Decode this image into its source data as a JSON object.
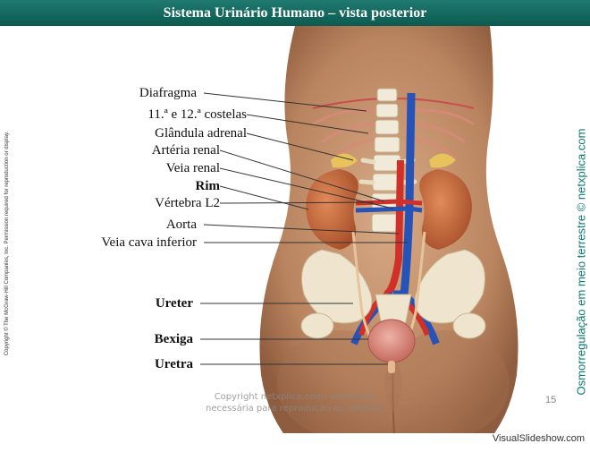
{
  "title": "Sistema Urinário Humano – vista posterior",
  "labels": [
    {
      "text": "Diafragma",
      "bold": false
    },
    {
      "text": "11.ª e 12.ª costelas",
      "bold": false
    },
    {
      "text": "Glândula adrenal",
      "bold": false
    },
    {
      "text": "Artéria renal",
      "bold": false
    },
    {
      "text": "Veia renal",
      "bold": false
    },
    {
      "text": "Rim",
      "bold": true
    },
    {
      "text": "Vértebra L2",
      "bold": false
    },
    {
      "text": "Aorta",
      "bold": false
    },
    {
      "text": "Veia cava inferior",
      "bold": false
    },
    {
      "text": "Ureter",
      "bold": true
    },
    {
      "text": "Bexiga",
      "bold": true
    },
    {
      "text": "Uretra",
      "bold": true
    }
  ],
  "copyright_left": "Copyright © The McGraw-Hill Companies, Inc. Permission required for reproduction or display.",
  "side_text": "Osmorregulação em meio terrestre © netxplica.com",
  "bottom_copyright_line1": "Copyright netxplica.com: permissão",
  "bottom_copyright_line2": "necessária para reprodução ou exibição",
  "page_number": "15",
  "watermark": "VisualSlideshow.com",
  "colors": {
    "title_bar": "#0c5a50",
    "side_text": "#0a7a6e",
    "skin": "#c4936f",
    "artery": "#d0302a",
    "vein": "#2553b8",
    "kidney": "#c86a3c",
    "bone": "#f2ead8"
  }
}
